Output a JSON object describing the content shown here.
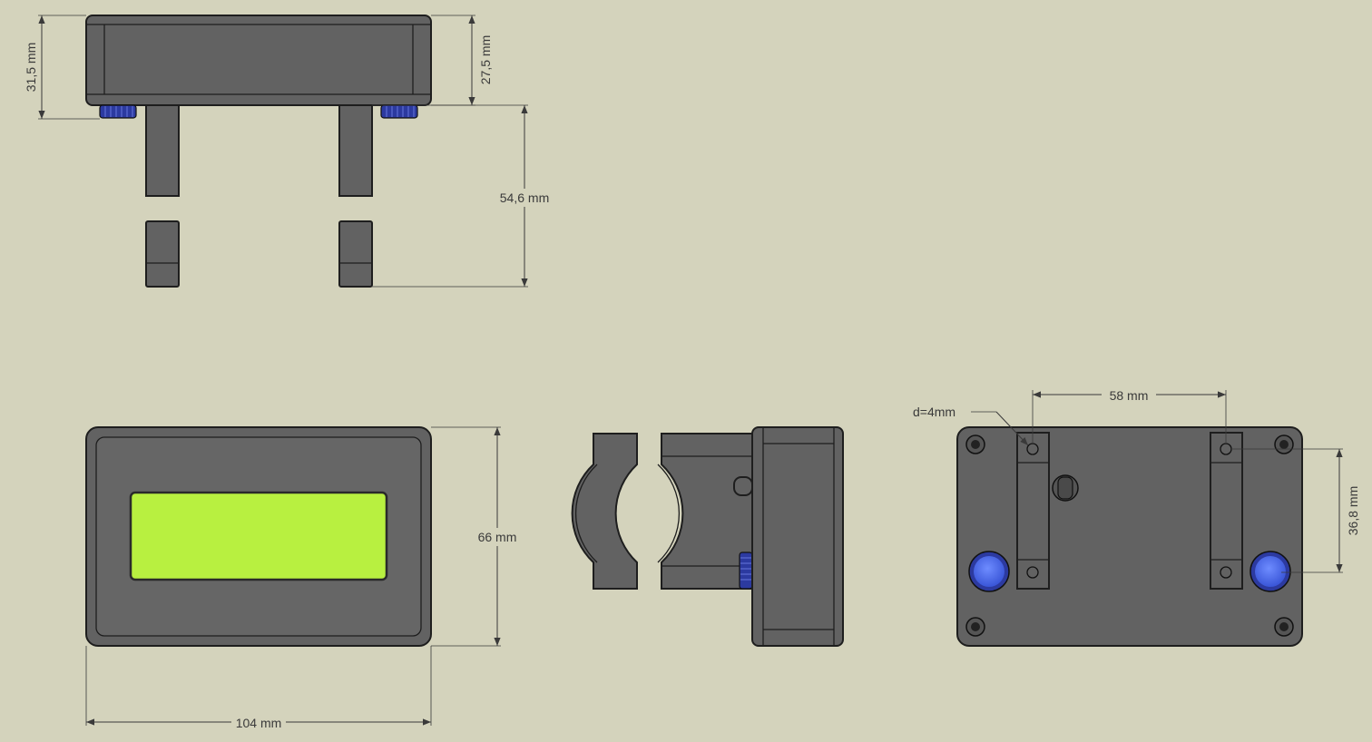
{
  "dimensions": {
    "top_total_height": "31,5 mm",
    "top_case_height": "27,5 mm",
    "clamp_height": "54,6 mm",
    "front_height": "66 mm",
    "front_width": "104 mm",
    "hole_spacing": "58 mm",
    "hole_diameter": "d=4mm",
    "knob_spacing": "36,8 mm"
  },
  "colors": {
    "background": "#d4d3bc",
    "case": "#626262",
    "outline": "#1e1e1e",
    "lcd_screen": "#b8f040",
    "knob": "#4a6cf5"
  }
}
